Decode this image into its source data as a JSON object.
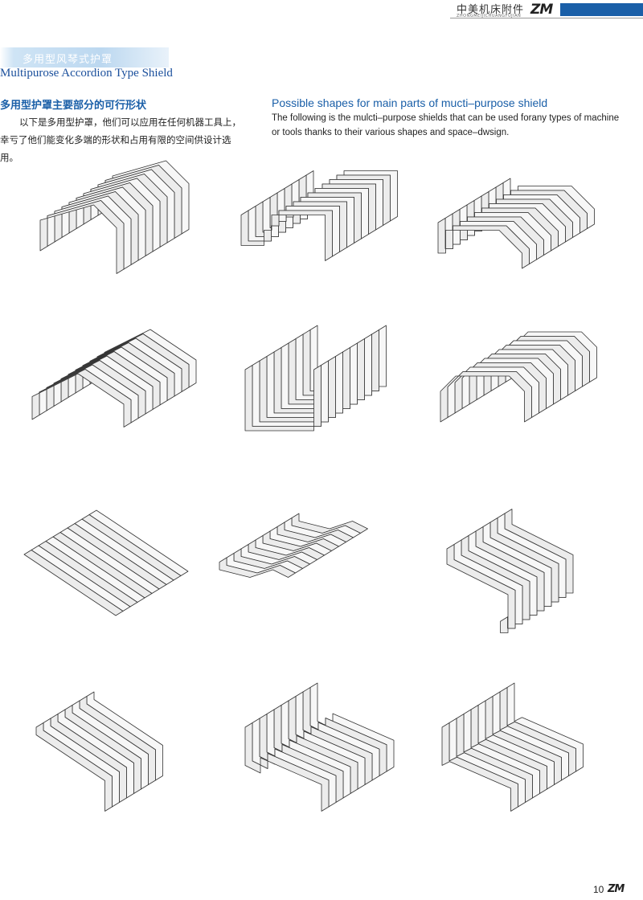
{
  "header": {
    "company_cn": "中美机床附件",
    "company_en": "ZHONGMEIJICHUANGFUJIAN",
    "logo_text": "ZM"
  },
  "section": {
    "tab_label": "多用型风琴式护罩",
    "subtitle": "Multipurose Accordion Type Shield"
  },
  "intro_cn": {
    "heading": "多用型护罩主要部分的可行形状",
    "body": "以下是多用型护罩，他们可以应用在任何机器工具上，幸亏了他们能变化多端的形状和占用有限的空间供设计选用。"
  },
  "intro_en": {
    "heading": "Possible shapes for main parts of mucti–purpose shield",
    "body_line1": "The following is the mulcti–purpose shields that can be used forany types of machine",
    "body_line2": " or tools thanks to their various shapes and space–dwsign."
  },
  "shields": [
    {
      "id": "shield-arch-bend",
      "pleats": 10,
      "shape": "arch-bend"
    },
    {
      "id": "shield-hook-c",
      "pleats": 10,
      "shape": "hook"
    },
    {
      "id": "shield-step",
      "pleats": 10,
      "shape": "step"
    },
    {
      "id": "shield-gable-roof",
      "pleats": 10,
      "shape": "gable"
    },
    {
      "id": "shield-box-frame",
      "pleats": 10,
      "shape": "box"
    },
    {
      "id": "shield-hex-arch",
      "pleats": 10,
      "shape": "arch"
    },
    {
      "id": "shield-flat-plate",
      "pleats": 10,
      "shape": "flat"
    },
    {
      "id": "shield-flat-ramp",
      "pleats": 11,
      "shape": "ramp"
    },
    {
      "id": "shield-l-hook",
      "pleats": 9,
      "shape": "lhook"
    },
    {
      "id": "shield-l-angle",
      "pleats": 8,
      "shape": "langle"
    },
    {
      "id": "shield-c-channel",
      "pleats": 10,
      "shape": "channel"
    },
    {
      "id": "shield-l-flange",
      "pleats": 10,
      "shape": "lflange"
    }
  ],
  "footer": {
    "page_number": "10",
    "logo_text": "ZM"
  },
  "colors": {
    "brand_blue": "#1a5fa8",
    "title_blue": "#1a4f9c",
    "tab_blue": "#bcd8f0",
    "pleat_fill": "#ececec",
    "pleat_stroke": "#333333"
  }
}
